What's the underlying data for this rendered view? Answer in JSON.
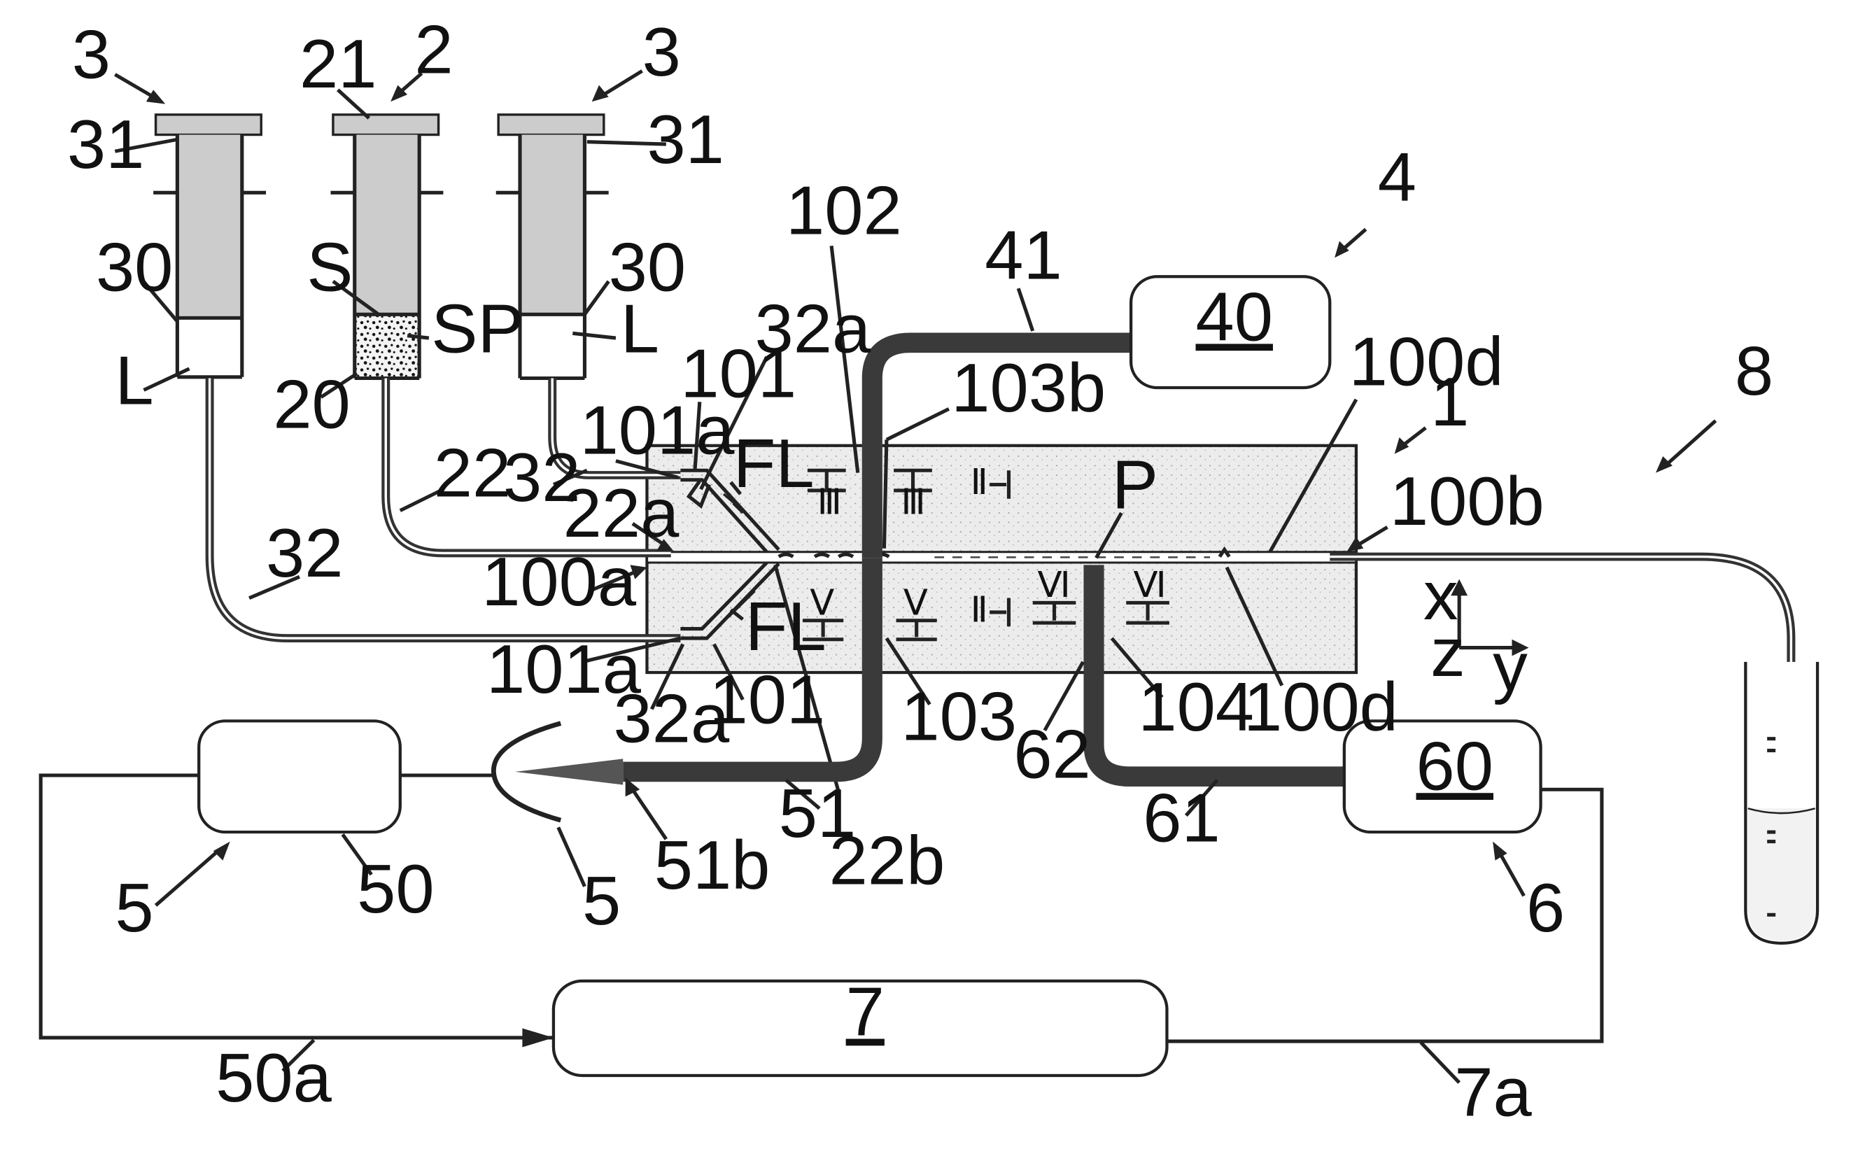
{
  "labels": {
    "syringe_left_ref": "3",
    "syringe_center_ref": "2",
    "syringe_right_ref": "3",
    "plunger_center": "21",
    "plunger_left": "31",
    "plunger_right": "31",
    "barrel_left": "30",
    "barrel_right": "30",
    "sample_S": "S",
    "sample_SP": "SP",
    "liquid_left": "L",
    "liquid_right": "L",
    "barrel_center": "20",
    "tube_22": "22",
    "inlet_22a": "22a",
    "channel_22b": "22b",
    "tube_32_top": "32",
    "tube_32_bottom": "32",
    "port_32a_top": "32a",
    "port_32a_bottom": "32a",
    "chan_101_top": "101",
    "chan_101_bottom": "101",
    "port_101a_top": "101a",
    "port_101a_bottom": "101a",
    "flow_FL_top": "FL",
    "flow_FL_bottom": "FL",
    "inlet_100a": "100a",
    "outlet_100b": "100b",
    "chan_100d_top": "100d",
    "chan_100d_bottom": "100d",
    "chan_102": "102",
    "chan_103": "103",
    "chan_103b": "103b",
    "chan_104": "104",
    "device_ref": "1",
    "point_P": "P",
    "system_4": "4",
    "tube_41": "41",
    "box_40": "40",
    "system_8": "8",
    "box_60": "60",
    "tube_61": "61",
    "tube_62": "62",
    "system_6": "6",
    "box_50": "50",
    "system_5_left": "5",
    "system_5_right": "5",
    "tube_51": "51",
    "tip_51b": "51b",
    "box_7": "7",
    "line_50a": "50a",
    "line_7a": "7a",
    "axis_x": "x",
    "axis_y": "y",
    "axis_z": "z",
    "sec_III_a": "Ⅲ",
    "sec_III_b": "Ⅲ",
    "sec_II_a": "Ⅱ",
    "sec_II_b": "Ⅱ",
    "sec_V_a": "Ⅴ",
    "sec_V_b": "Ⅴ",
    "sec_VI_a": "Ⅵ",
    "sec_VI_b": "Ⅵ"
  },
  "colors": {
    "plunger": "#cccccc",
    "chip": "#e6e6e6",
    "tube_dark": "#3a3a3a",
    "line": "#222222"
  }
}
